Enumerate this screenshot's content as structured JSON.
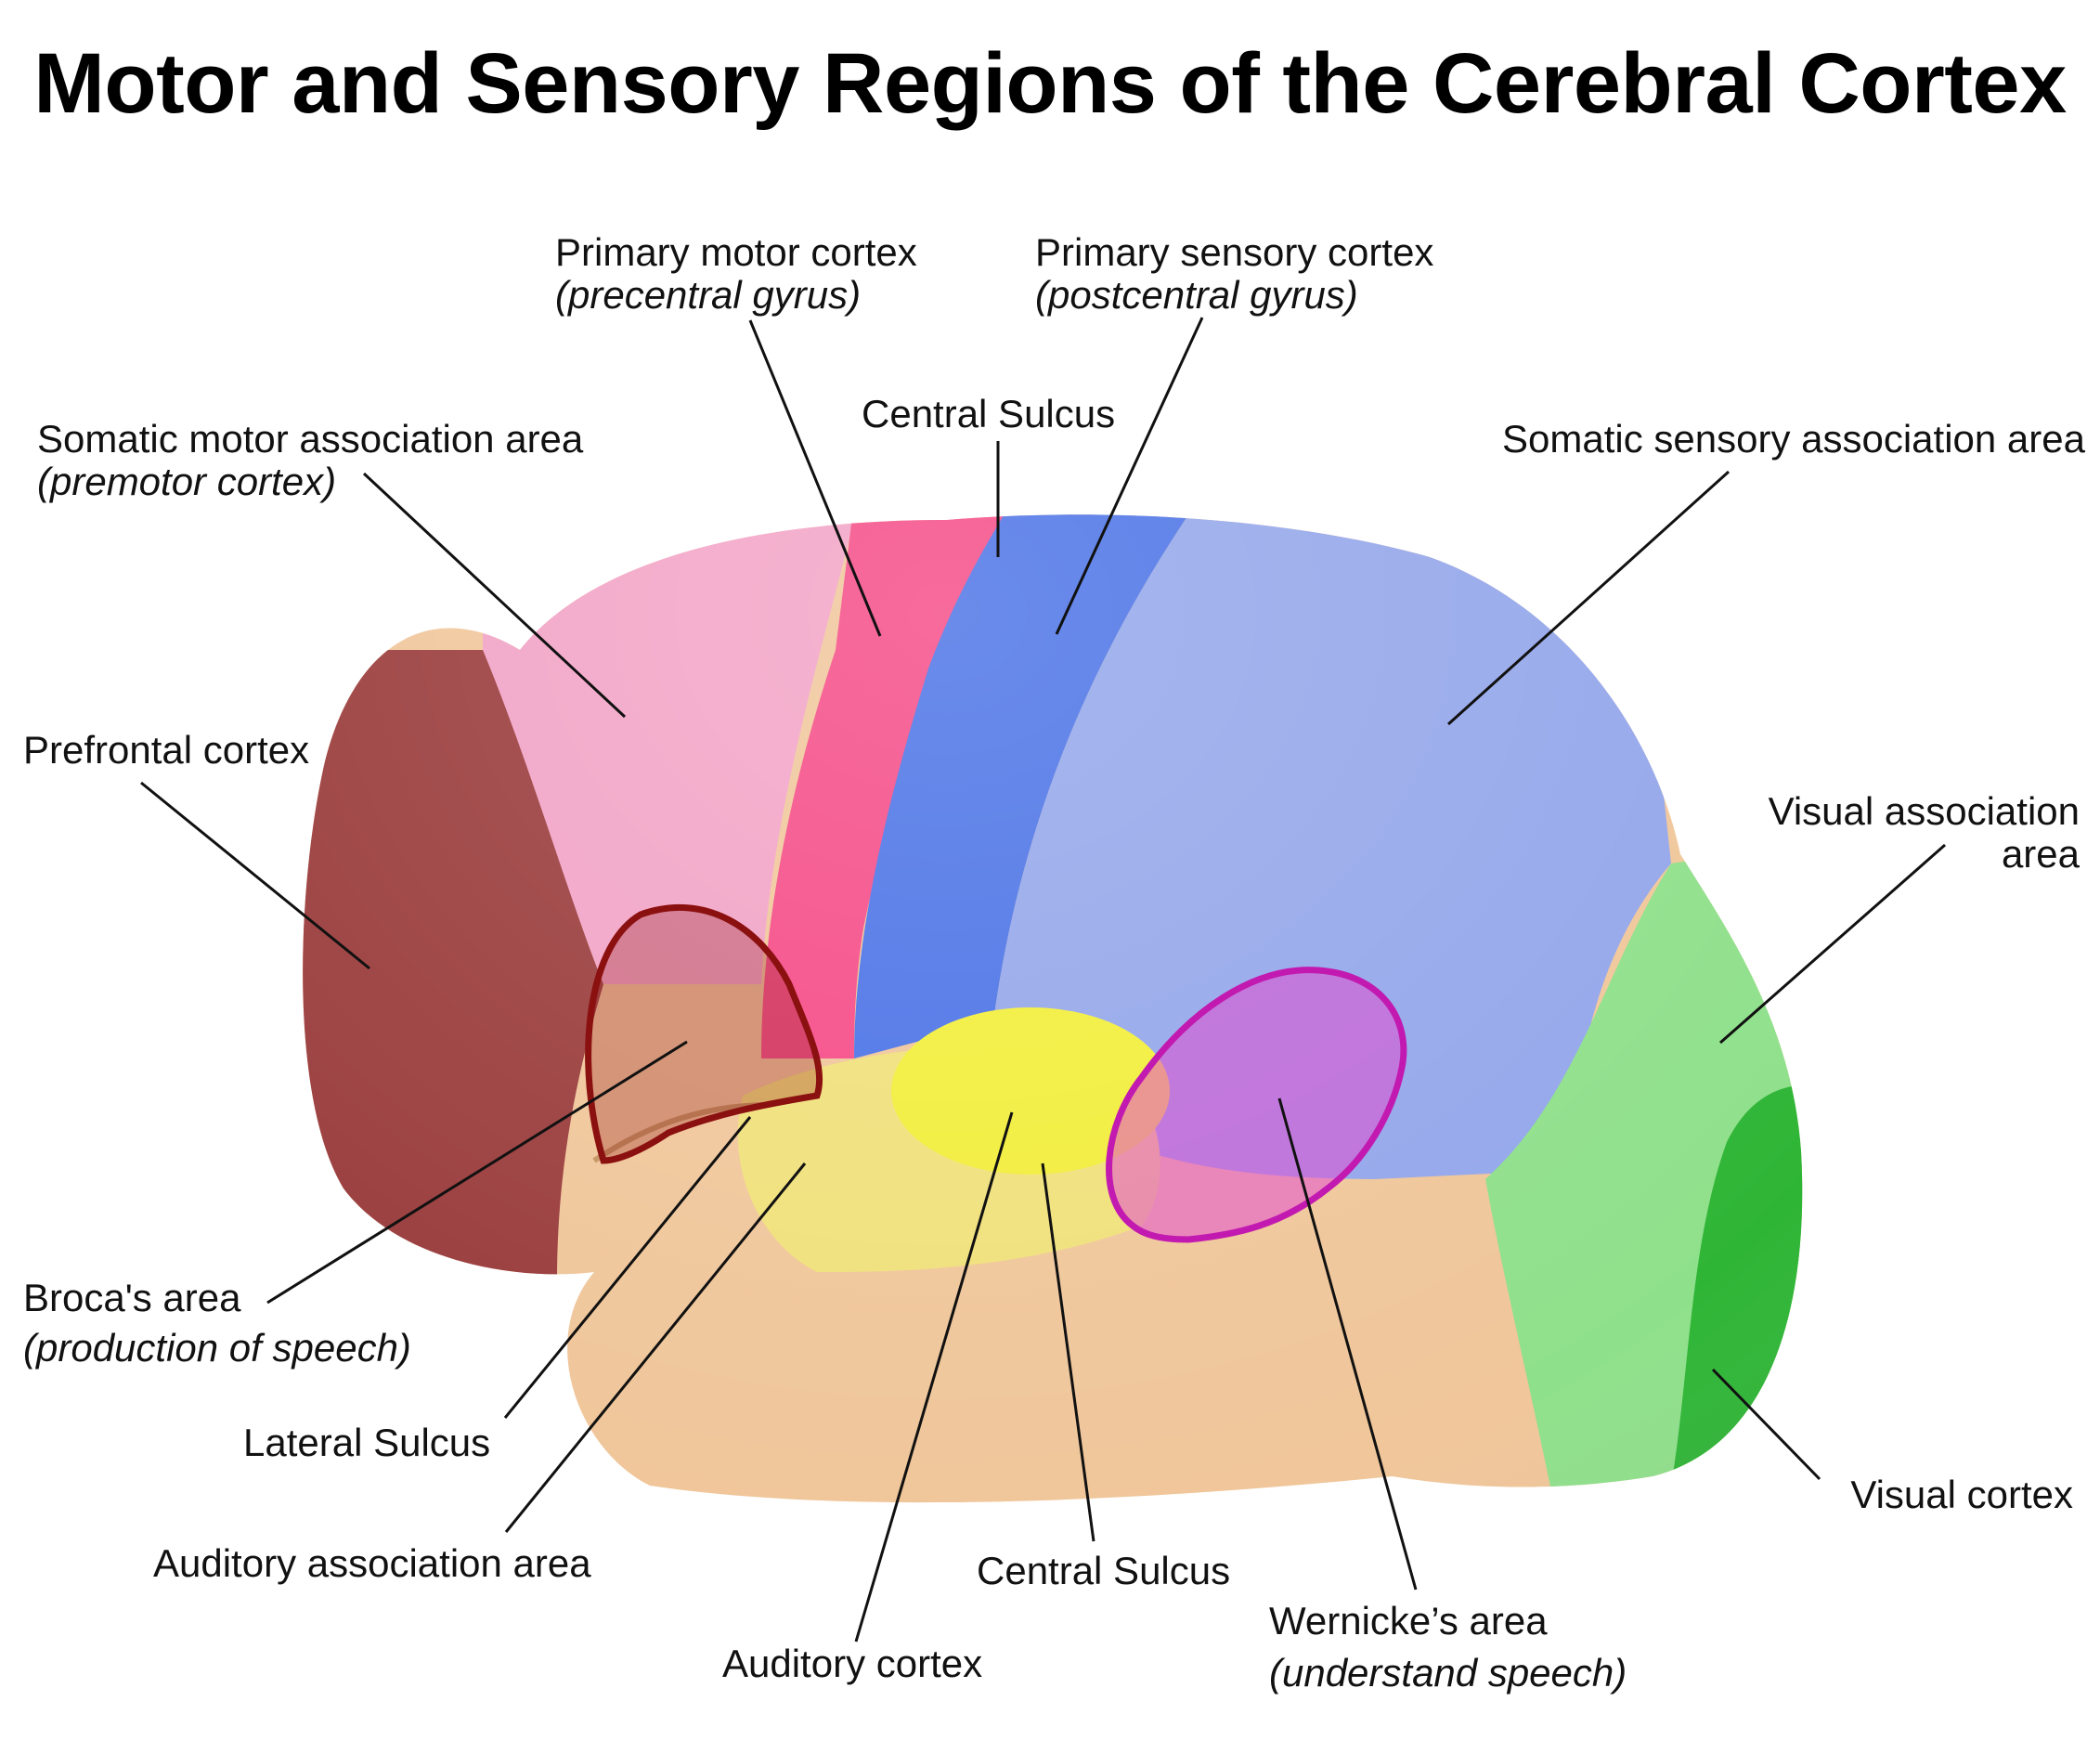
{
  "title": "Motor and Sensory Regions of the Cerebral Cortex",
  "colors": {
    "prefrontal": "#9a3c3c",
    "premotor": "#f2a3c6",
    "primary_motor": "#f54a86",
    "primary_sensory": "#4a72e6",
    "somatic_sensory_assoc": "#93a6ea",
    "visual_assoc": "#8fe08b",
    "visual_cortex": "#2fb536",
    "auditory_cortex": "#f2ee3a",
    "auditory_assoc": "#f0e07a",
    "temporal": "#f0c69a",
    "broca_outline": "#8b1010",
    "wernicke_outline": "#c21ab0"
  },
  "labels": {
    "primary_motor": {
      "name": "Primary motor cortex",
      "sub": "(precentral gyrus)"
    },
    "primary_sensory": {
      "name": "Primary sensory cortex",
      "sub": "(postcentral gyrus)"
    },
    "central_sulcus_top": {
      "name": "Central Sulcus"
    },
    "somatic_motor_assoc": {
      "name": "Somatic motor association area",
      "sub": "(premotor cortex)"
    },
    "somatic_sensory_assoc": {
      "name": "Somatic sensory association area"
    },
    "prefrontal": {
      "name": "Prefrontal cortex"
    },
    "visual_assoc": {
      "line1": "Visual association",
      "line2": "area"
    },
    "broca": {
      "name": "Broca's area",
      "sub": "(production of speech)"
    },
    "lateral_sulcus": {
      "name": "Lateral Sulcus"
    },
    "auditory_assoc": {
      "name": "Auditory association area"
    },
    "central_sulcus_bottom": {
      "name": "Central Sulcus"
    },
    "wernicke": {
      "name": "Wernicke’s area",
      "sub": "(understand speech)"
    },
    "auditory_cortex": {
      "name": "Auditory cortex"
    },
    "visual_cortex": {
      "name": "Visual cortex"
    }
  }
}
